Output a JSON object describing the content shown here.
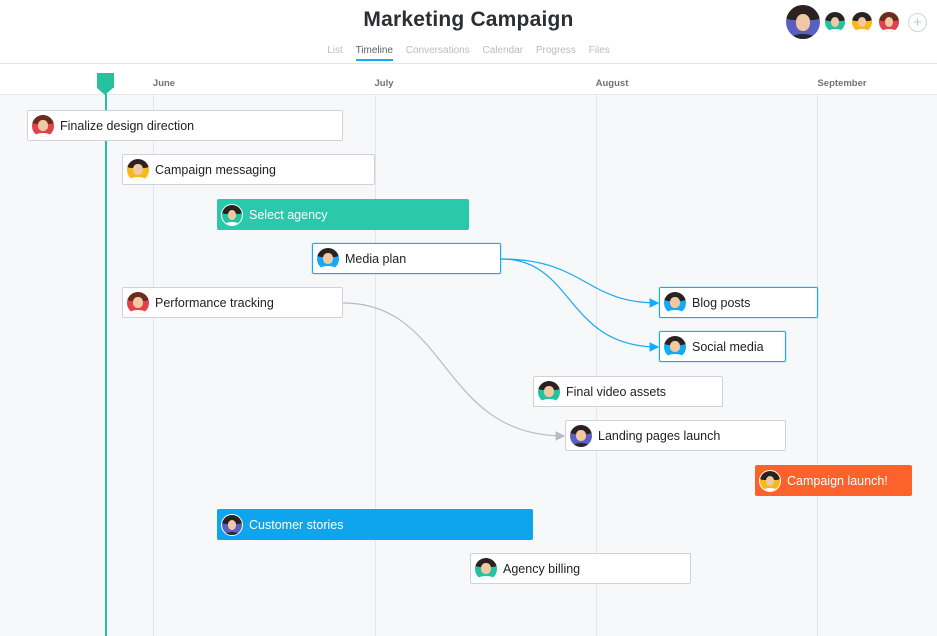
{
  "header": {
    "title": "Marketing Campaign",
    "tabs": [
      "List",
      "Timeline",
      "Conversations",
      "Calendar",
      "Progress",
      "Files"
    ],
    "active_tab": "Timeline",
    "add_member_label": "+"
  },
  "colors": {
    "accent_blue": "#14aaf5",
    "today_green": "#25c2a0",
    "select_agency_fill": "#2bc9ab",
    "customer_stories_fill": "#0ea5ec",
    "campaign_launch_fill": "#fd612c",
    "dependency_gray": "#b7bbc0"
  },
  "timeline": {
    "months": [
      "June",
      "July",
      "August",
      "September"
    ],
    "tasks": [
      {
        "name": "Finalize design direction",
        "avatar": "avatar-red-hair"
      },
      {
        "name": "Campaign messaging",
        "avatar": "avatar-yellow"
      },
      {
        "name": "Select agency",
        "avatar": "avatar-teal"
      },
      {
        "name": "Media plan",
        "avatar": "avatar-blue"
      },
      {
        "name": "Performance tracking",
        "avatar": "avatar-red-hair"
      },
      {
        "name": "Blog posts",
        "avatar": "avatar-blue"
      },
      {
        "name": "Social media",
        "avatar": "avatar-blue"
      },
      {
        "name": "Final video assets",
        "avatar": "avatar-teal"
      },
      {
        "name": "Landing pages launch",
        "avatar": "avatar-purple"
      },
      {
        "name": "Campaign launch!",
        "avatar": "avatar-yellow"
      },
      {
        "name": "Customer stories",
        "avatar": "avatar-purple"
      },
      {
        "name": "Agency billing",
        "avatar": "avatar-teal"
      }
    ]
  }
}
